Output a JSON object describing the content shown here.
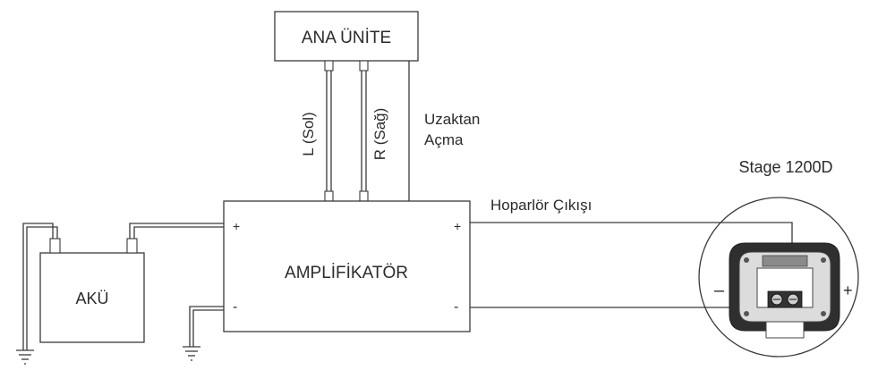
{
  "diagram": {
    "head_unit": "ANA ÜNİTE",
    "amplifier": "AMPLİFİKATÖR",
    "battery": "AKÜ",
    "left_channel": "L (Sol)",
    "right_channel": "R (Sağ)",
    "remote_line1": "Uzaktan",
    "remote_line2": "Açma",
    "speaker_output": "Hoparlör Çıkışı",
    "speaker_model": "Stage 1200D",
    "amp_plus_left": "+",
    "amp_plus_right": "+",
    "amp_minus_left": "-",
    "amp_minus_right": "-",
    "sub_minus": "–",
    "sub_plus": "+"
  }
}
